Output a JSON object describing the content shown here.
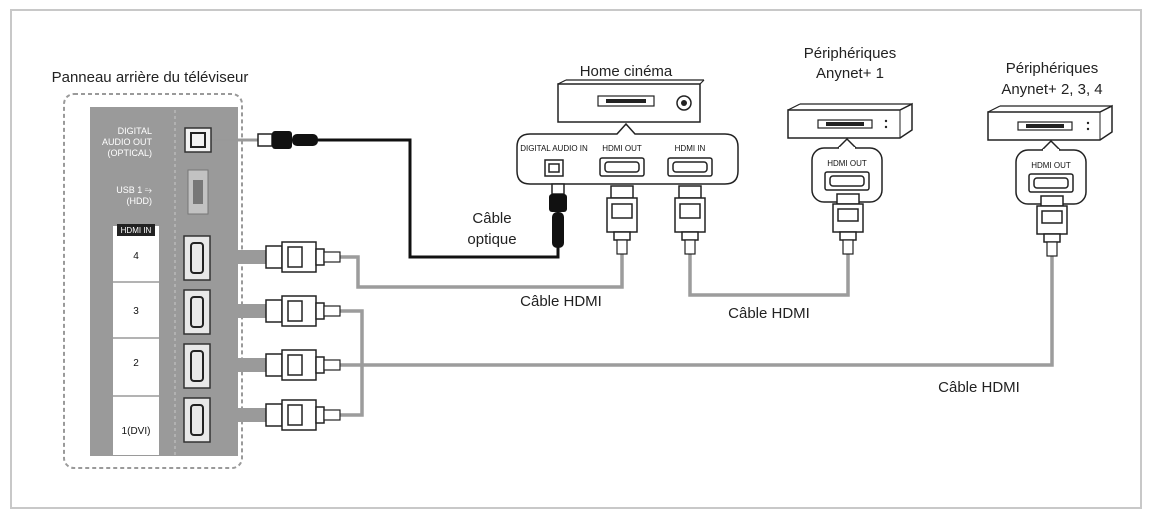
{
  "tv_panel": {
    "title": "Panneau arrière du téléviseur",
    "digital_audio_label": [
      "DIGITAL",
      "AUDIO OUT",
      "(OPTICAL)"
    ],
    "usb_label": [
      "USB 1 ⭇",
      "(HDD)"
    ],
    "hdmi_in_header": "HDMI IN",
    "hdmi_ports": [
      "4",
      "3",
      "2",
      "1(DVI)"
    ]
  },
  "home_cinema": {
    "title": "Home cinéma",
    "ports": [
      "DIGITAL AUDIO IN",
      "HDMI OUT",
      "HDMI IN"
    ]
  },
  "device1": {
    "title": [
      "Périphériques",
      "Anynet+ 1"
    ],
    "port": "HDMI OUT"
  },
  "device2": {
    "title": [
      "Périphériques",
      "Anynet+ 2, 3, 4"
    ],
    "port": "HDMI OUT"
  },
  "cables": {
    "optical": [
      "Câble",
      "optique"
    ],
    "hdmi_1": "Câble HDMI",
    "hdmi_2": "Câble HDMI",
    "hdmi_3": "Câble HDMI"
  },
  "colors": {
    "panel": "#9a9a9a",
    "panel_light": "#c2c2c2",
    "cable": "#9c9c9c",
    "optical": "#111111",
    "frame": "#c8c8c8"
  }
}
